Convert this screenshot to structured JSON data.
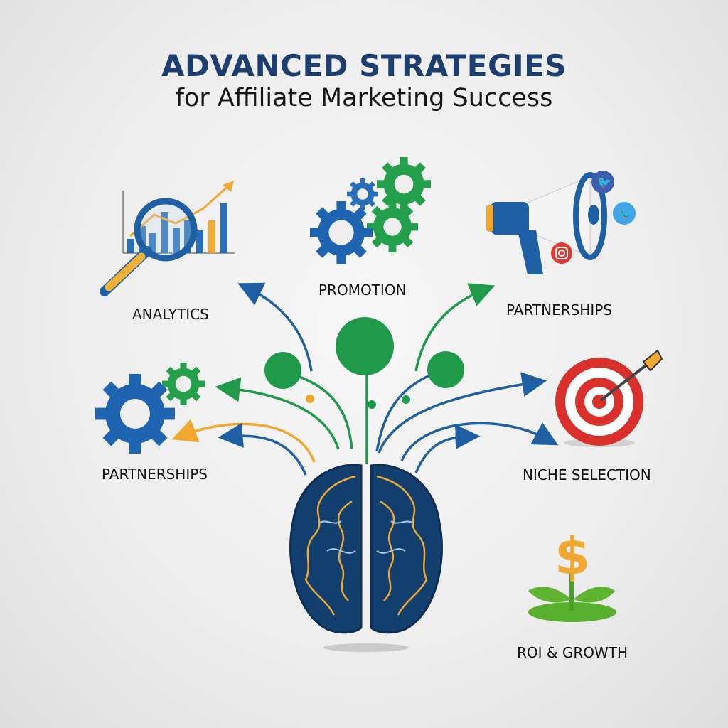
{
  "header": {
    "title": "ADVANCED STRATEGIES",
    "subtitle": "for Affiliate Marketing Success"
  },
  "nodes": [
    {
      "id": "analytics",
      "label": "ANALYTICS",
      "icon": "magnifier-bar-chart-icon"
    },
    {
      "id": "promotion",
      "label": "PROMOTION",
      "icon": "gears-icon"
    },
    {
      "id": "partnerships_top",
      "label": "PARTNERSHIPS",
      "icon": "megaphone-social-icon"
    },
    {
      "id": "partnerships_left",
      "label": "PARTNERSHIPS",
      "icon": "gears-icon"
    },
    {
      "id": "niche",
      "label": "NICHE SELECTION",
      "icon": "target-arrow-icon"
    },
    {
      "id": "roi",
      "label": "ROI & GROWTH",
      "icon": "dollar-plant-icon"
    }
  ],
  "center": {
    "icon": "brain-icon"
  },
  "colors": {
    "title": "#1d3e6e",
    "blue": "#1f5fa3",
    "green": "#1e9a4a",
    "orange": "#f0a830",
    "red": "#d9302b",
    "brain": "#133f6e"
  }
}
